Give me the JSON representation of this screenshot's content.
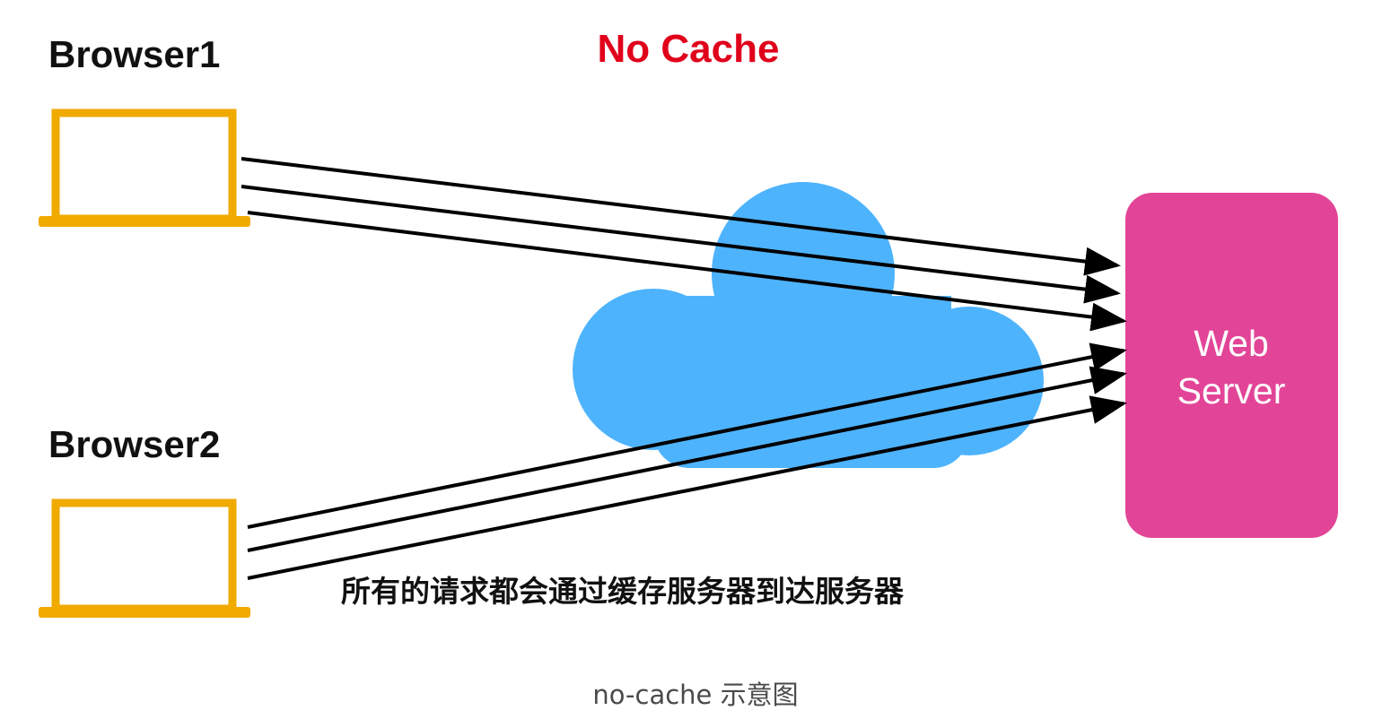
{
  "title": "No Cache",
  "colors": {
    "title": "#e0001b",
    "laptop": "#f0aa00",
    "cloud": "#4eb3fd",
    "server": "#e24597",
    "arrow": "#000000",
    "server_text": "#ffffff",
    "caption": "#4a4a4a"
  },
  "browsers": [
    {
      "label": "Browser1",
      "icon": "laptop-icon"
    },
    {
      "label": "Browser2",
      "icon": "laptop-icon"
    }
  ],
  "cloud": {
    "icon": "cloud-icon"
  },
  "server": {
    "line1": "Web",
    "line2": "Server"
  },
  "note": "所有的请求都会通过缓存服务器到达服务器",
  "caption": "no-cache 示意图",
  "arrows": [
    {
      "from": "Browser1",
      "to": "Web Server"
    },
    {
      "from": "Browser1",
      "to": "Web Server"
    },
    {
      "from": "Browser1",
      "to": "Web Server"
    },
    {
      "from": "Browser2",
      "to": "Web Server"
    },
    {
      "from": "Browser2",
      "to": "Web Server"
    },
    {
      "from": "Browser2",
      "to": "Web Server"
    }
  ]
}
